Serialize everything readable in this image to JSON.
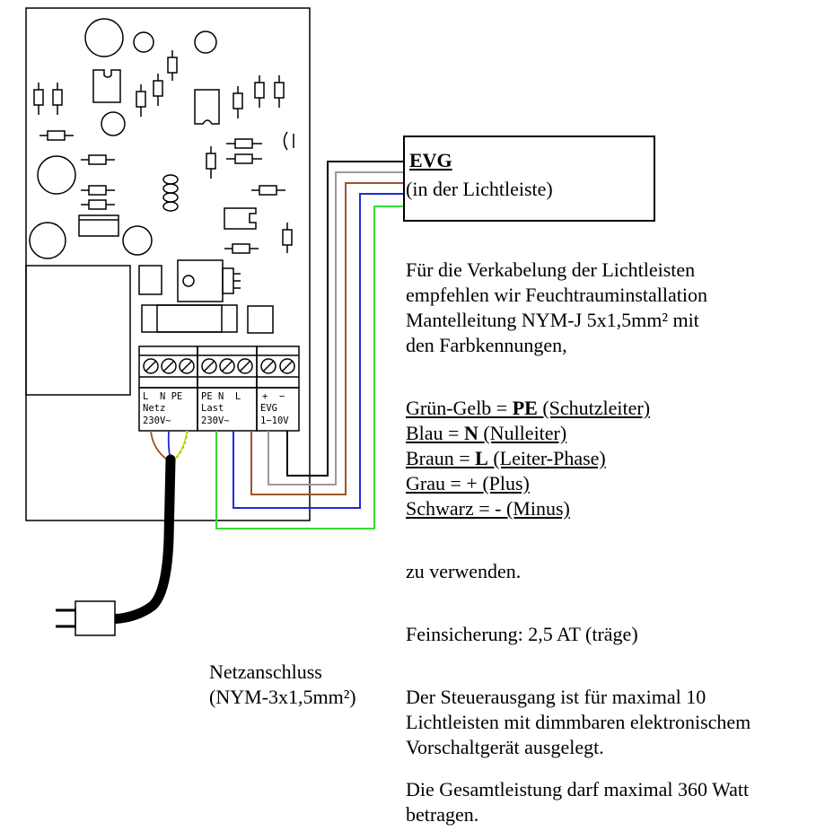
{
  "evg_box": {
    "title": "EVG",
    "subtitle": "(in der Lichtleiste)"
  },
  "terminals": {
    "netz": {
      "top": "L  N PE",
      "name": "Netz",
      "voltage": "230V~"
    },
    "last": {
      "top": "PE N  L",
      "name": "Last",
      "voltage": "230V~"
    },
    "evg": {
      "top": "+  −",
      "name": "EVG",
      "voltage": "1−10V"
    }
  },
  "mains_label": {
    "line1": "Netzanschluss",
    "line2": "(NYM-3x1,5mm²)"
  },
  "cable_intro": [
    "Für die Verkabelung der Lichtleisten",
    "empfehlen wir Feuchtrauminstallation",
    "Mantelleitung NYM-J 5x1,5mm² mit",
    "den Farbkennungen,"
  ],
  "color_codes": [
    {
      "prefix": "Grün-Gelb = ",
      "code": "PE",
      "suffix": " (Schutzleiter)"
    },
    {
      "prefix": "Blau = ",
      "code": "N",
      "suffix": " (Nulleiter)"
    },
    {
      "prefix": "Braun = ",
      "code": "L",
      "suffix": " (Leiter-Phase)"
    },
    {
      "prefix": "Grau = ",
      "code": "+",
      "suffix": " (Plus)"
    },
    {
      "prefix": "Schwarz = ",
      "code": "-",
      "suffix": " (Minus)"
    }
  ],
  "use_text": "zu verwenden.",
  "fuse_text": "Feinsicherung: 2,5 AT (träge)",
  "control_text": [
    "Der Steuerausgang ist für maximal 10",
    "Lichtleisten mit dimmbaren elektronischem",
    "Vorschaltgerät ausgelegt."
  ],
  "power_text": [
    "Die Gesamtleistung darf maximal 360 Watt",
    "betragen."
  ],
  "wire_colors": {
    "black": "#000000",
    "grey": "#9a9a9a",
    "brown": "#a0522d",
    "blue": "#1f2bd6",
    "green": "#33dd33",
    "yellow": "#e6d800"
  }
}
